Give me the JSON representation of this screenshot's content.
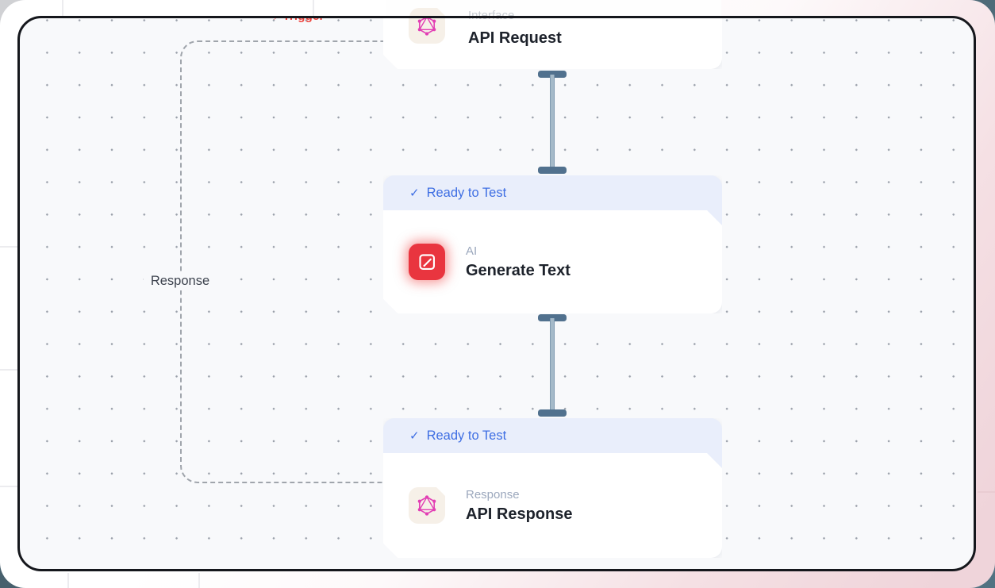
{
  "canvas": {
    "trigger_section_label": "Trigger",
    "response_edge_label": "Response"
  },
  "icons": {
    "check": "✓",
    "bolt": "⚡"
  },
  "nodes": {
    "api_request": {
      "category": "Interface",
      "title": "API Request"
    },
    "generate_text": {
      "badge": "Ready to Test",
      "category": "AI",
      "title": "Generate Text"
    },
    "api_response": {
      "badge": "Ready to Test",
      "category": "Response",
      "title": "API Response"
    }
  },
  "colors": {
    "badge_blue": "#3e6ee3",
    "badge_bg": "#e9eefb",
    "trigger_red": "#ee443e",
    "ai_icon_red": "#e9353f",
    "hexagon_icon_pink": "#e23fb4",
    "connector_slate": "#51718e",
    "frame_border": "#15171c",
    "canvas_bg": "#f8f9fb",
    "page_pink": "#efd4da"
  }
}
